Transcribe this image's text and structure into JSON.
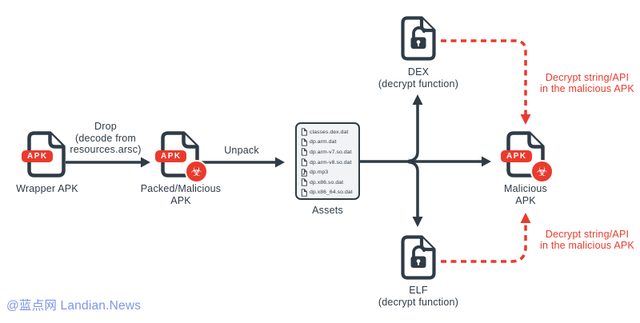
{
  "colors": {
    "ink": "#2f3b46",
    "red": "#ea3a2c",
    "watermark_blue": "#7e96e8",
    "assets_box_fill": "#f2f3f4"
  },
  "nodes": {
    "wrapper_apk": {
      "badge": "APK",
      "label": "Wrapper APK"
    },
    "packed_apk": {
      "badge": "APK",
      "label_line1": "Packed/Malicious",
      "label_line2": "APK"
    },
    "assets": {
      "label": "Assets",
      "files": [
        "classes.dex.dat",
        "dp.arm.dat",
        "dp.arm-v7.so.dat",
        "dp.arm-v8.so.dat",
        "dp.mp3",
        "dp.x86.so.dat",
        "dp.x86_64.so.dat"
      ]
    },
    "dex": {
      "label_line1": "DEX",
      "label_line2": "(decrypt function)"
    },
    "elf": {
      "label_line1": "ELF",
      "label_line2": "(decrypt function)"
    },
    "malicious_apk": {
      "badge": "APK",
      "label_line1": "Malicious",
      "label_line2": "APK"
    }
  },
  "edges": {
    "drop": {
      "line1": "Drop",
      "line2": "(decode from",
      "line3": "resources.arsc)"
    },
    "unpack": {
      "label": "Unpack"
    },
    "decrypt_top": {
      "line1": "Decrypt string/API",
      "line2": "in the malicious APK"
    },
    "decrypt_bottom": {
      "line1": "Decrypt string/API",
      "line2": "in the malicious APK"
    }
  },
  "watermark": {
    "text": "@蓝点网 Landian.News"
  }
}
